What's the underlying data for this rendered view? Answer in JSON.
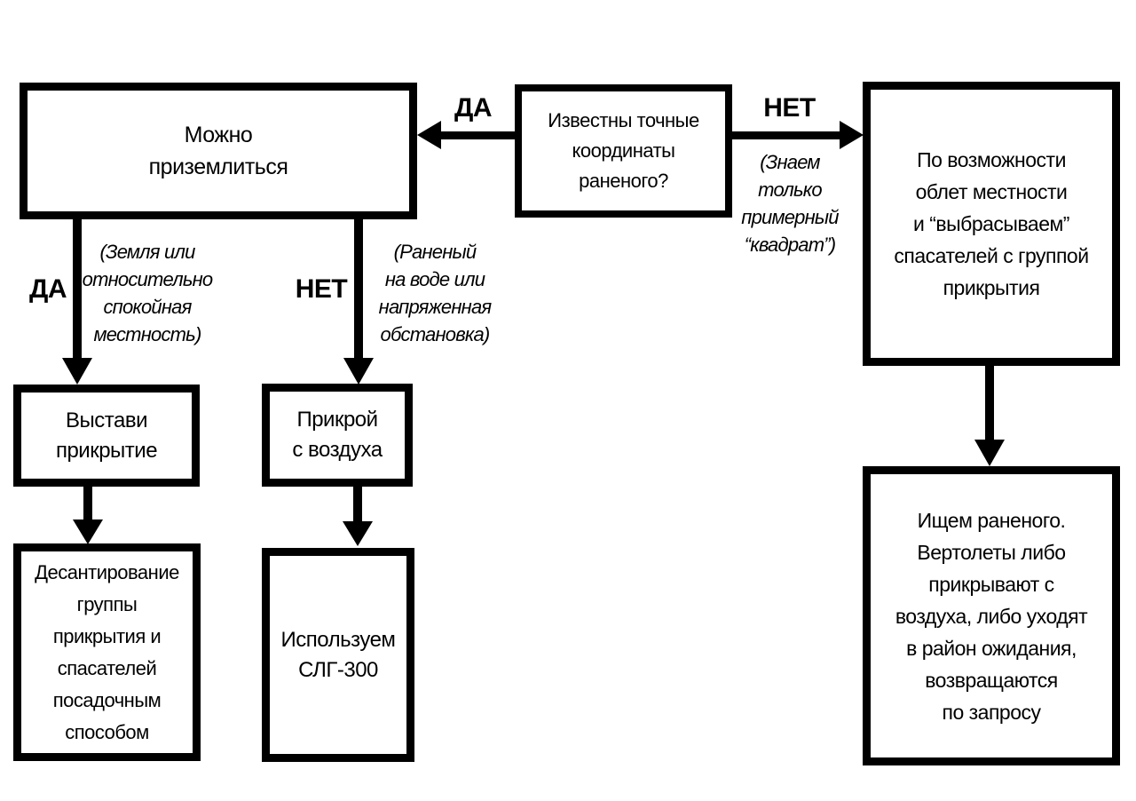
{
  "colors": {
    "line": "#000000",
    "background": "#ffffff",
    "text": "#000000"
  },
  "nodes": {
    "question": {
      "text": "Известны точные\nкоординаты\nраненого?"
    },
    "can_land": {
      "text": "Можно\nприземлиться"
    },
    "flyover": {
      "text": "По возможности\nоблет местности\nи “выбрасываем”\nспасателей с группой\nприкрытия"
    },
    "set_cover": {
      "text": "Выстави\nприкрытие"
    },
    "cover_air": {
      "text": "Прикрой\nс воздуха"
    },
    "landing": {
      "text": "Десантирование\nгруппы\nприкрытия и\nспасателей\nпосадочным\nспособом"
    },
    "use_slg": {
      "text": "Используем\nСЛГ-300"
    },
    "search": {
      "text": "Ищем раненого.\nВертолеты либо\nприкрывают с\nвоздуха, либо уходят\nв район ожидания,\nвозвращаются\nпо запросу"
    }
  },
  "edges": {
    "yes_left": {
      "label": "ДА"
    },
    "no_right": {
      "label": "НЕТ",
      "note": "(Знаем\nтолько\nпримерный\n“квадрат”)"
    },
    "yes_down": {
      "label": "ДА",
      "note": "(Земля или\nотносительно\nспокойная\nместность)"
    },
    "no_down": {
      "label": "НЕТ",
      "note": "(Раненый\nна воде или\nнапряженная\nобстановка)"
    }
  }
}
